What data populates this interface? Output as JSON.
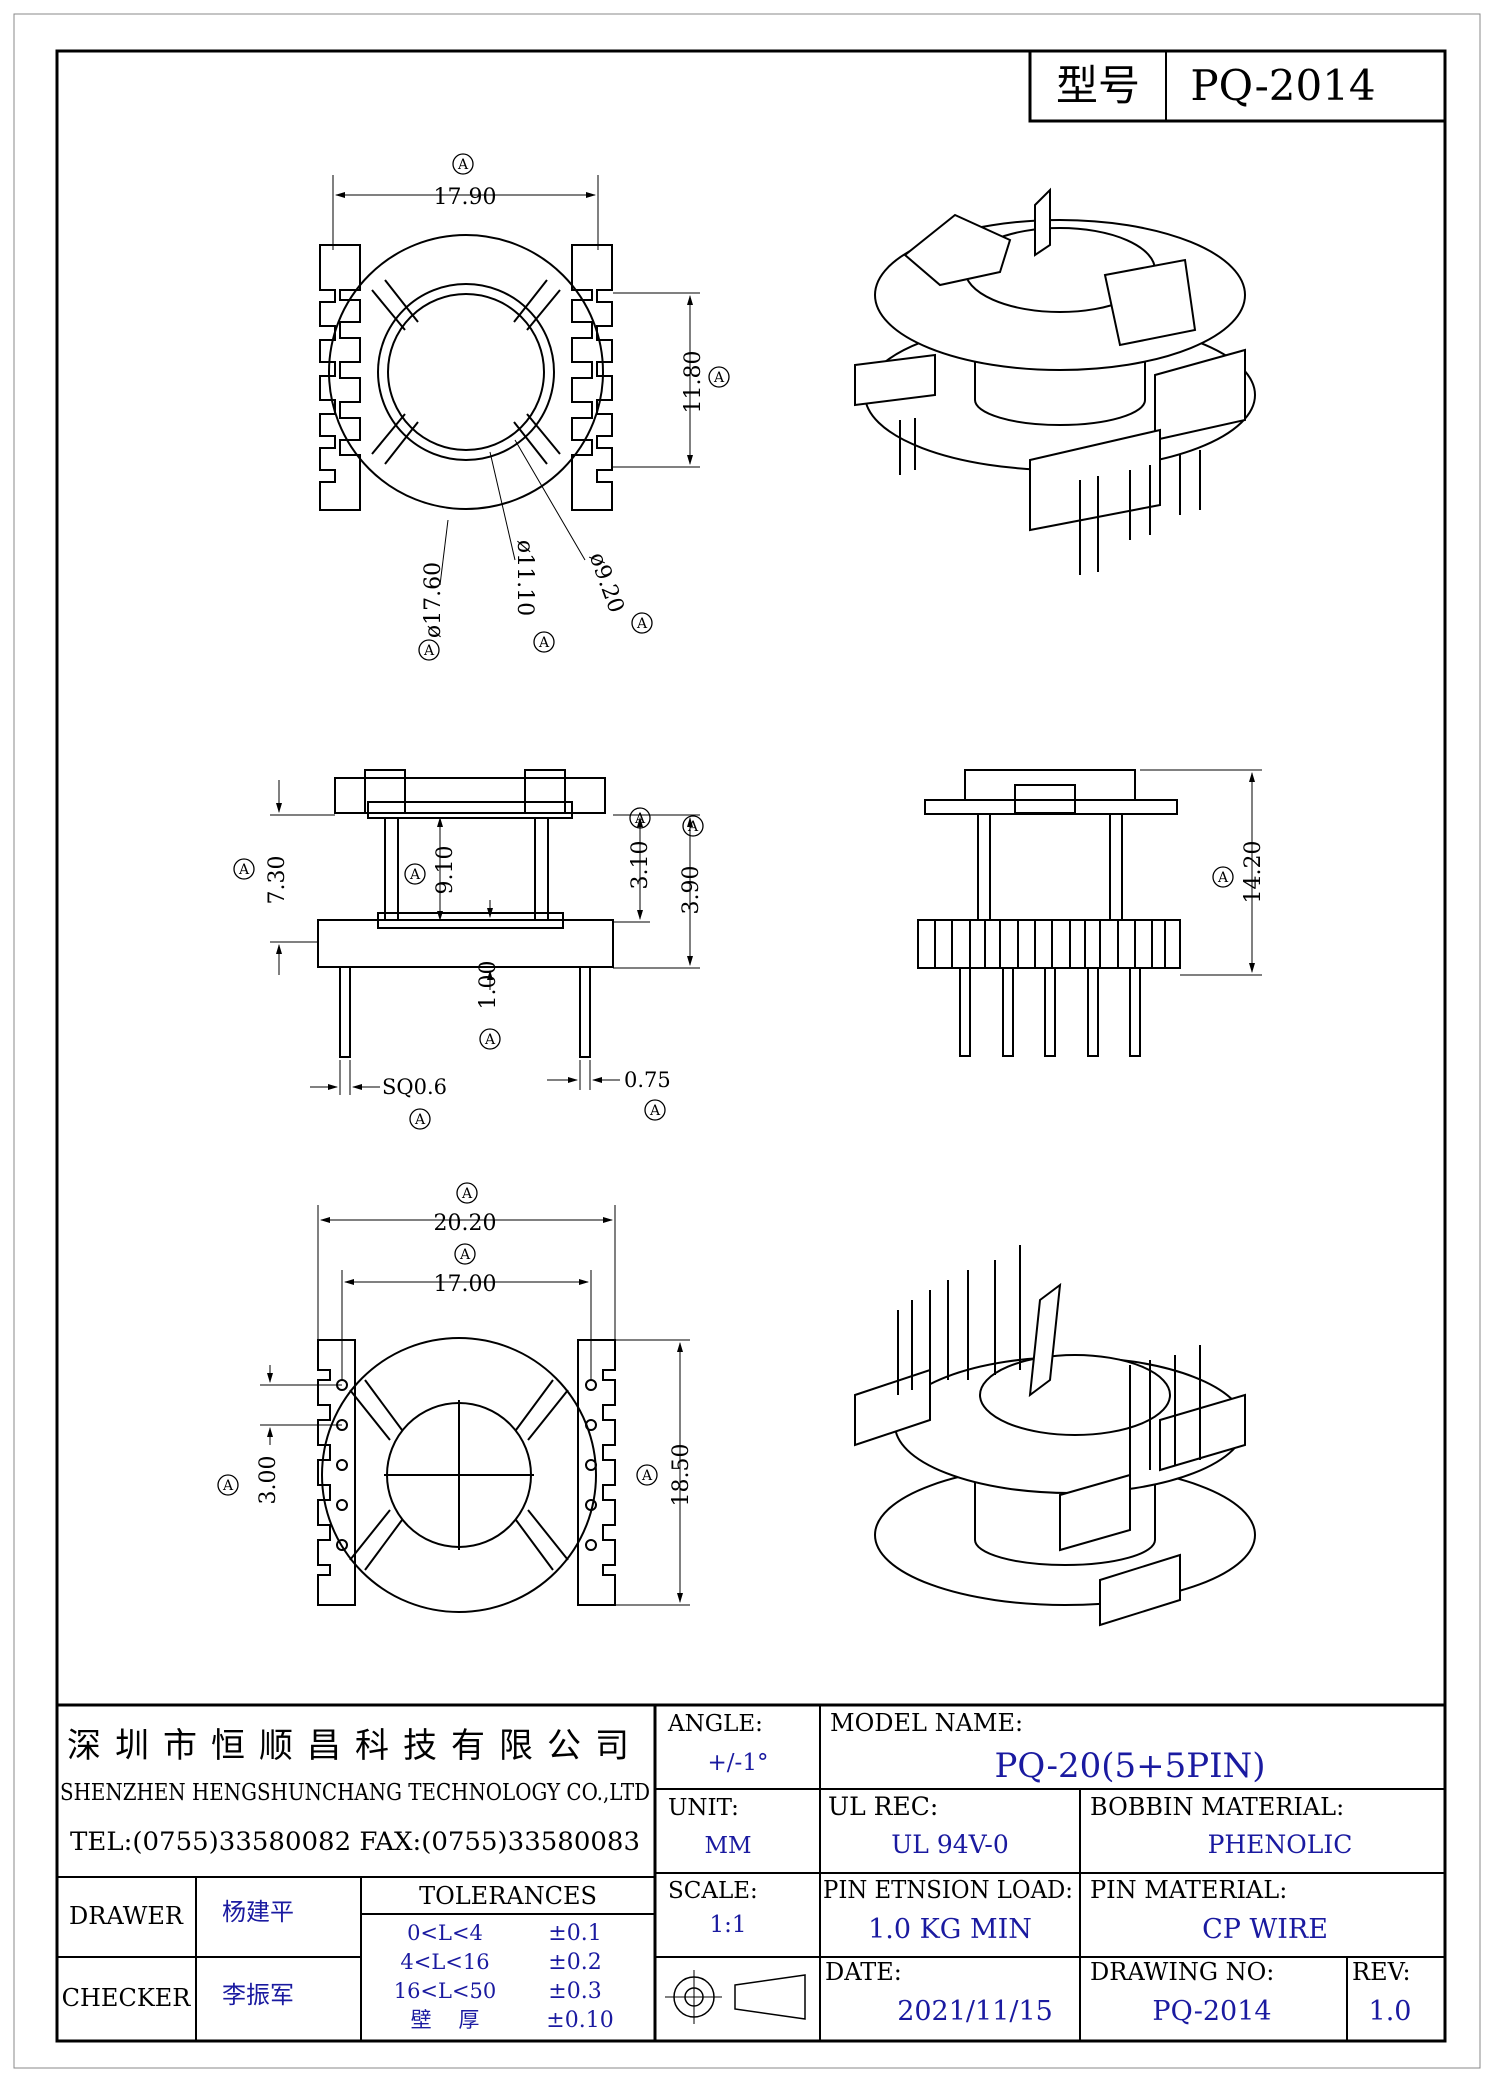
{
  "header": {
    "model_label": "型号",
    "model_value": "PQ-2014"
  },
  "circle_mark": "A",
  "top_view": {
    "width": "17.90",
    "height": "11.80",
    "d_outer": "ø17.60",
    "d_mid": "ø11.10",
    "d_inner": "ø9.20"
  },
  "side_view": {
    "h_total": "7.30",
    "h_core": "9.10",
    "h_flange1": "3.10",
    "h_flange2": "3.90",
    "pin_offset": "1.00",
    "pin_square": "SQ0.6",
    "pin_gap": "0.75"
  },
  "front_view": {
    "height": "14.20"
  },
  "bottom_view": {
    "width": "20.20",
    "pin_span": "17.00",
    "pitch": "3.00",
    "height": "18.50"
  },
  "title_block": {
    "company_cn": "深圳市恒顺昌科技有限公司",
    "company_en": "SHENZHEN HENGSHUNCHANG TECHNOLOGY CO.,LTD",
    "contact": "TEL:(0755)33580082 FAX:(0755)33580083",
    "angle_label": "ANGLE:",
    "angle_value": "+/-1°",
    "unit_label": "UNIT:",
    "unit_value": "MM",
    "scale_label": "SCALE:",
    "scale_value": "1:1",
    "model_name_label": "MODEL NAME:",
    "model_name_value": "PQ-20(5+5PIN)",
    "ul_label": "UL REC:",
    "ul_value": "UL 94V-0",
    "bobbin_label": "BOBBIN MATERIAL:",
    "bobbin_value": "PHENOLIC",
    "pin_load_label": "PIN ETNSION LOAD:",
    "pin_load_value": "1.0 KG MIN",
    "pin_material_label": "PIN MATERIAL:",
    "pin_material_value": "CP WIRE",
    "date_label": "DATE:",
    "date_value": "2021/11/15",
    "drawing_no_label": "DRAWING NO:",
    "drawing_no_value": "PQ-2014",
    "rev_label": "REV:",
    "rev_value": "1.0",
    "drawer_label": "DRAWER",
    "drawer_value": "杨建平",
    "checker_label": "CHECKER",
    "checker_value": "李振军",
    "tolerances_label": "TOLERANCES",
    "tolerances": [
      {
        "range": "0<L<4",
        "value": "±0.1"
      },
      {
        "range": "4<L<16",
        "value": "±0.2"
      },
      {
        "range": "16<L<50",
        "value": "±0.3"
      },
      {
        "range": "壁    厚",
        "value": "±0.10"
      }
    ]
  },
  "colors": {
    "line": "#000000",
    "blue_text": "#1a1aa0"
  }
}
